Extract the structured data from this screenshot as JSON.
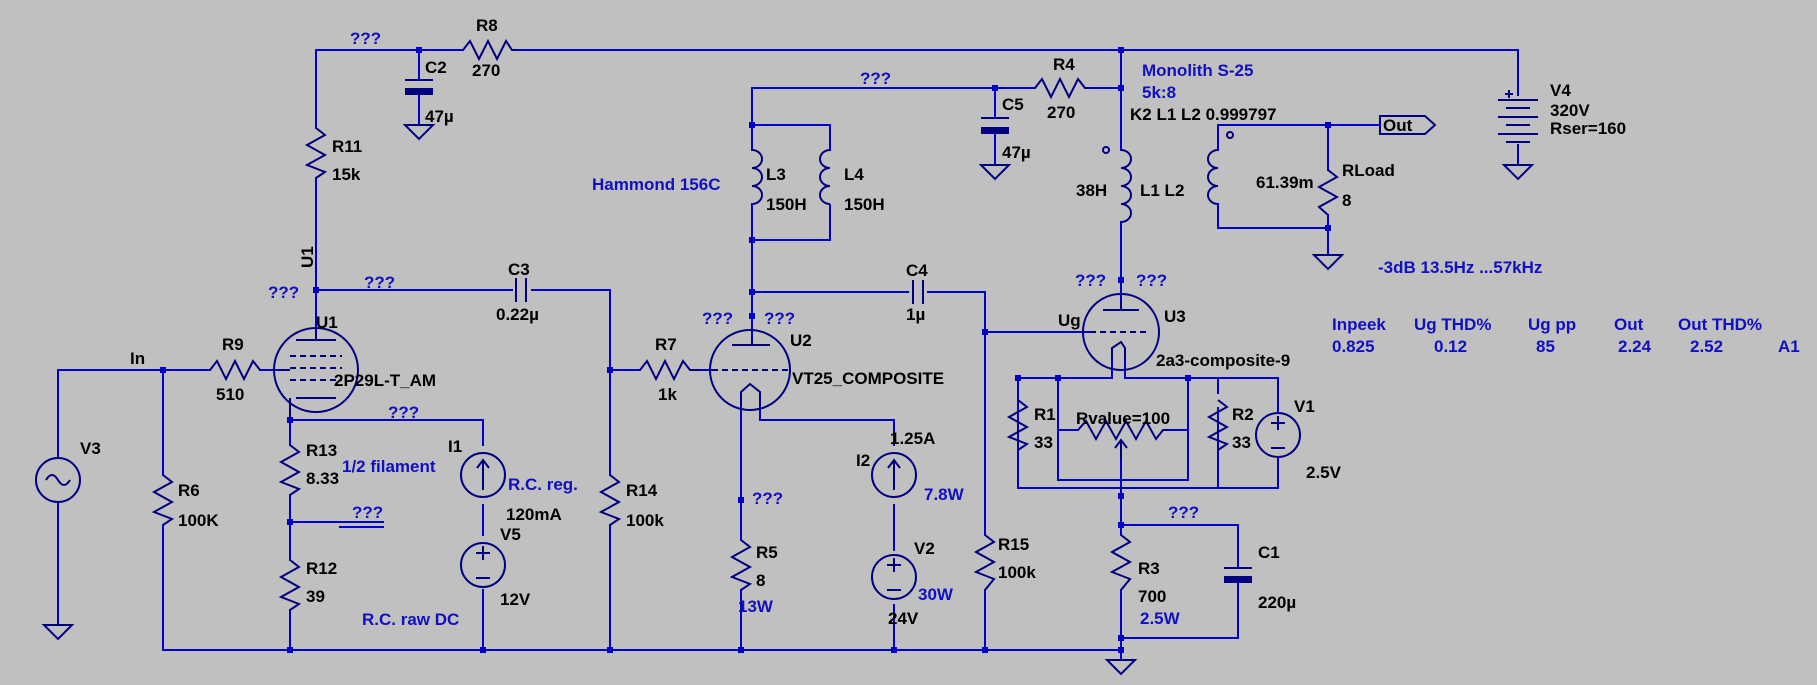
{
  "components": {
    "R8": {
      "name": "R8",
      "value": "270"
    },
    "C2": {
      "name": "C2",
      "value": "47µ"
    },
    "R11": {
      "name": "R11",
      "value": "15k"
    },
    "U1": {
      "name": "U1",
      "model": "2P29L-T_AM",
      "label": "U1"
    },
    "C3": {
      "name": "C3",
      "value": "0.22µ"
    },
    "R9": {
      "name": "R9",
      "value": "510"
    },
    "R6": {
      "name": "R6",
      "value": "100K"
    },
    "V3": {
      "name": "V3"
    },
    "R13": {
      "name": "R13",
      "value": "8.33"
    },
    "R12": {
      "name": "R12",
      "value": "39"
    },
    "I1": {
      "name": "I1",
      "note": "R.C. reg.",
      "value": "120mA"
    },
    "V5": {
      "name": "V5",
      "value": "12V",
      "note": "R.C. raw DC"
    },
    "R14": {
      "name": "R14",
      "value": "100k"
    },
    "R7": {
      "name": "R7",
      "value": "1k"
    },
    "L3": {
      "name": "L3",
      "value": "150H"
    },
    "L4": {
      "name": "L4",
      "value": "150H"
    },
    "C5": {
      "name": "C5",
      "value": "47µ"
    },
    "R4": {
      "name": "R4",
      "value": "270"
    },
    "U2": {
      "name": "U2",
      "model": "VT25_COMPOSITE"
    },
    "C4": {
      "name": "C4",
      "value": "1µ"
    },
    "R5": {
      "name": "R5",
      "value": "8",
      "power": "13W"
    },
    "I2": {
      "name": "I2",
      "value": "1.25A",
      "power": "7.8W"
    },
    "V2": {
      "name": "V2",
      "value": "24V",
      "power": "30W"
    },
    "R15": {
      "name": "R15",
      "value": "100k"
    },
    "U3": {
      "name": "U3",
      "model": "2a3-composite-9"
    },
    "L1": {
      "name": "L1",
      "value": "38H"
    },
    "L2": {
      "name": "L2",
      "value": "61.39m"
    },
    "RLoad": {
      "name": "RLoad",
      "value": "8"
    },
    "V4": {
      "name": "V4",
      "value": "320V",
      "ser": "Rser=160"
    },
    "R1": {
      "name": "R1",
      "value": "33"
    },
    "R2": {
      "name": "R2",
      "value": "33"
    },
    "Rpot": {
      "value": "Rvalue=100"
    },
    "V1": {
      "name": "V1",
      "value": "2.5V"
    },
    "R3": {
      "name": "R3",
      "value": "700",
      "power": "2.5W"
    },
    "C1": {
      "name": "C1",
      "value": "220µ"
    }
  },
  "labels": {
    "unknown": "???",
    "in": "In",
    "out": "Out",
    "hammond": "Hammond 156C",
    "monolith": "Monolith S-25",
    "ratio": "5k:8",
    "kline": "K2 L1 L2 0.999797",
    "l1l2": "L1 L2",
    "filament": "1/2 filament",
    "ug": "Ug",
    "bandwidth": "-3dB  13.5Hz ...57kHz",
    "u1_vertical": "U1"
  },
  "measurements": {
    "headers": [
      "Inpeek",
      "Ug THD%",
      "Ug pp",
      "Out",
      "Out THD%"
    ],
    "values": [
      "0.825",
      "0.12",
      "85",
      "2.24",
      "2.52"
    ],
    "cell": "A1"
  }
}
